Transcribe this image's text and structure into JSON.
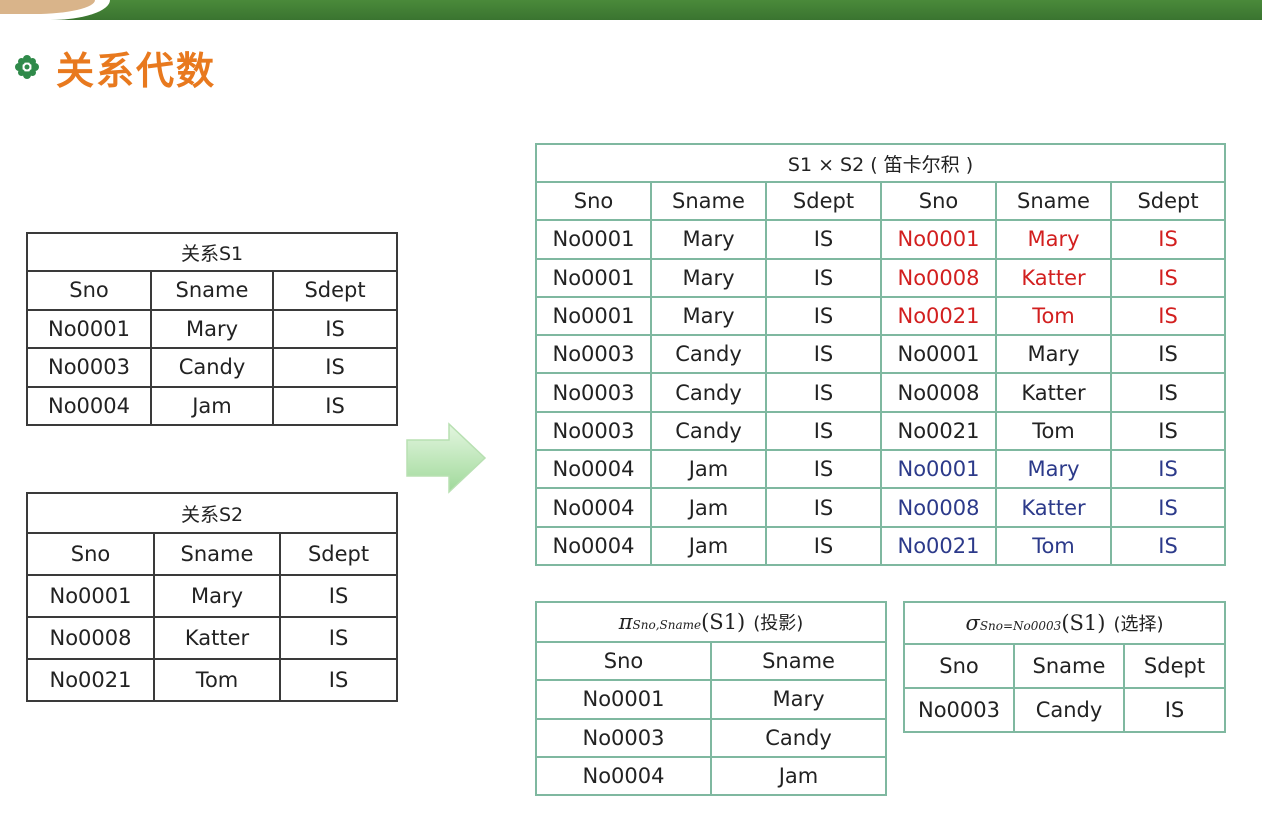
{
  "slide_title": "关系代数",
  "icons": {
    "title_bullet": "flower-bullet-icon",
    "transform_arrow": "right-arrow-icon"
  },
  "colors": {
    "title": "#e8791e",
    "header_bar": "#3a7430",
    "highlight_red": "#d21f1f",
    "highlight_blue": "#2c3a8a",
    "table_border_green": "#7fb8a0"
  },
  "s1": {
    "caption": "关系S1",
    "headers": [
      "Sno",
      "Sname",
      "Sdept"
    ],
    "rows": [
      [
        "No0001",
        "Mary",
        "IS"
      ],
      [
        "No0003",
        "Candy",
        "IS"
      ],
      [
        "No0004",
        "Jam",
        "IS"
      ]
    ]
  },
  "s2": {
    "caption": "关系S2",
    "headers": [
      "Sno",
      "Sname",
      "Sdept"
    ],
    "rows": [
      [
        "No0001",
        "Mary",
        "IS"
      ],
      [
        "No0008",
        "Katter",
        "IS"
      ],
      [
        "No0021",
        "Tom",
        "IS"
      ]
    ]
  },
  "product": {
    "caption": "S1 × S2 ( 笛卡尔积 )",
    "headers": [
      "Sno",
      "Sname",
      "Sdept",
      "Sno",
      "Sname",
      "Sdept"
    ],
    "rows": [
      [
        "No0001",
        "Mary",
        "IS",
        "No0001",
        "Mary",
        "IS"
      ],
      [
        "No0001",
        "Mary",
        "IS",
        "No0008",
        "Katter",
        "IS"
      ],
      [
        "No0001",
        "Mary",
        "IS",
        "No0021",
        "Tom",
        "IS"
      ],
      [
        "No0003",
        "Candy",
        "IS",
        "No0001",
        "Mary",
        "IS"
      ],
      [
        "No0003",
        "Candy",
        "IS",
        "No0008",
        "Katter",
        "IS"
      ],
      [
        "No0003",
        "Candy",
        "IS",
        "No0021",
        "Tom",
        "IS"
      ],
      [
        "No0004",
        "Jam",
        "IS",
        "No0001",
        "Mary",
        "IS"
      ],
      [
        "No0004",
        "Jam",
        "IS",
        "No0008",
        "Katter",
        "IS"
      ],
      [
        "No0004",
        "Jam",
        "IS",
        "No0021",
        "Tom",
        "IS"
      ]
    ]
  },
  "projection": {
    "symbol": "π",
    "subscript": "Sno,Sname",
    "argument": "(S1)",
    "note": "(投影)",
    "headers": [
      "Sno",
      "Sname"
    ],
    "rows": [
      [
        "No0001",
        "Mary"
      ],
      [
        "No0003",
        "Candy"
      ],
      [
        "No0004",
        "Jam"
      ]
    ]
  },
  "selection": {
    "symbol": "σ",
    "subscript": "Sno=No0003",
    "argument": "(S1)",
    "note": "(选择)",
    "headers": [
      "Sno",
      "Sname",
      "Sdept"
    ],
    "rows": [
      [
        "No0003",
        "Candy",
        "IS"
      ]
    ]
  }
}
